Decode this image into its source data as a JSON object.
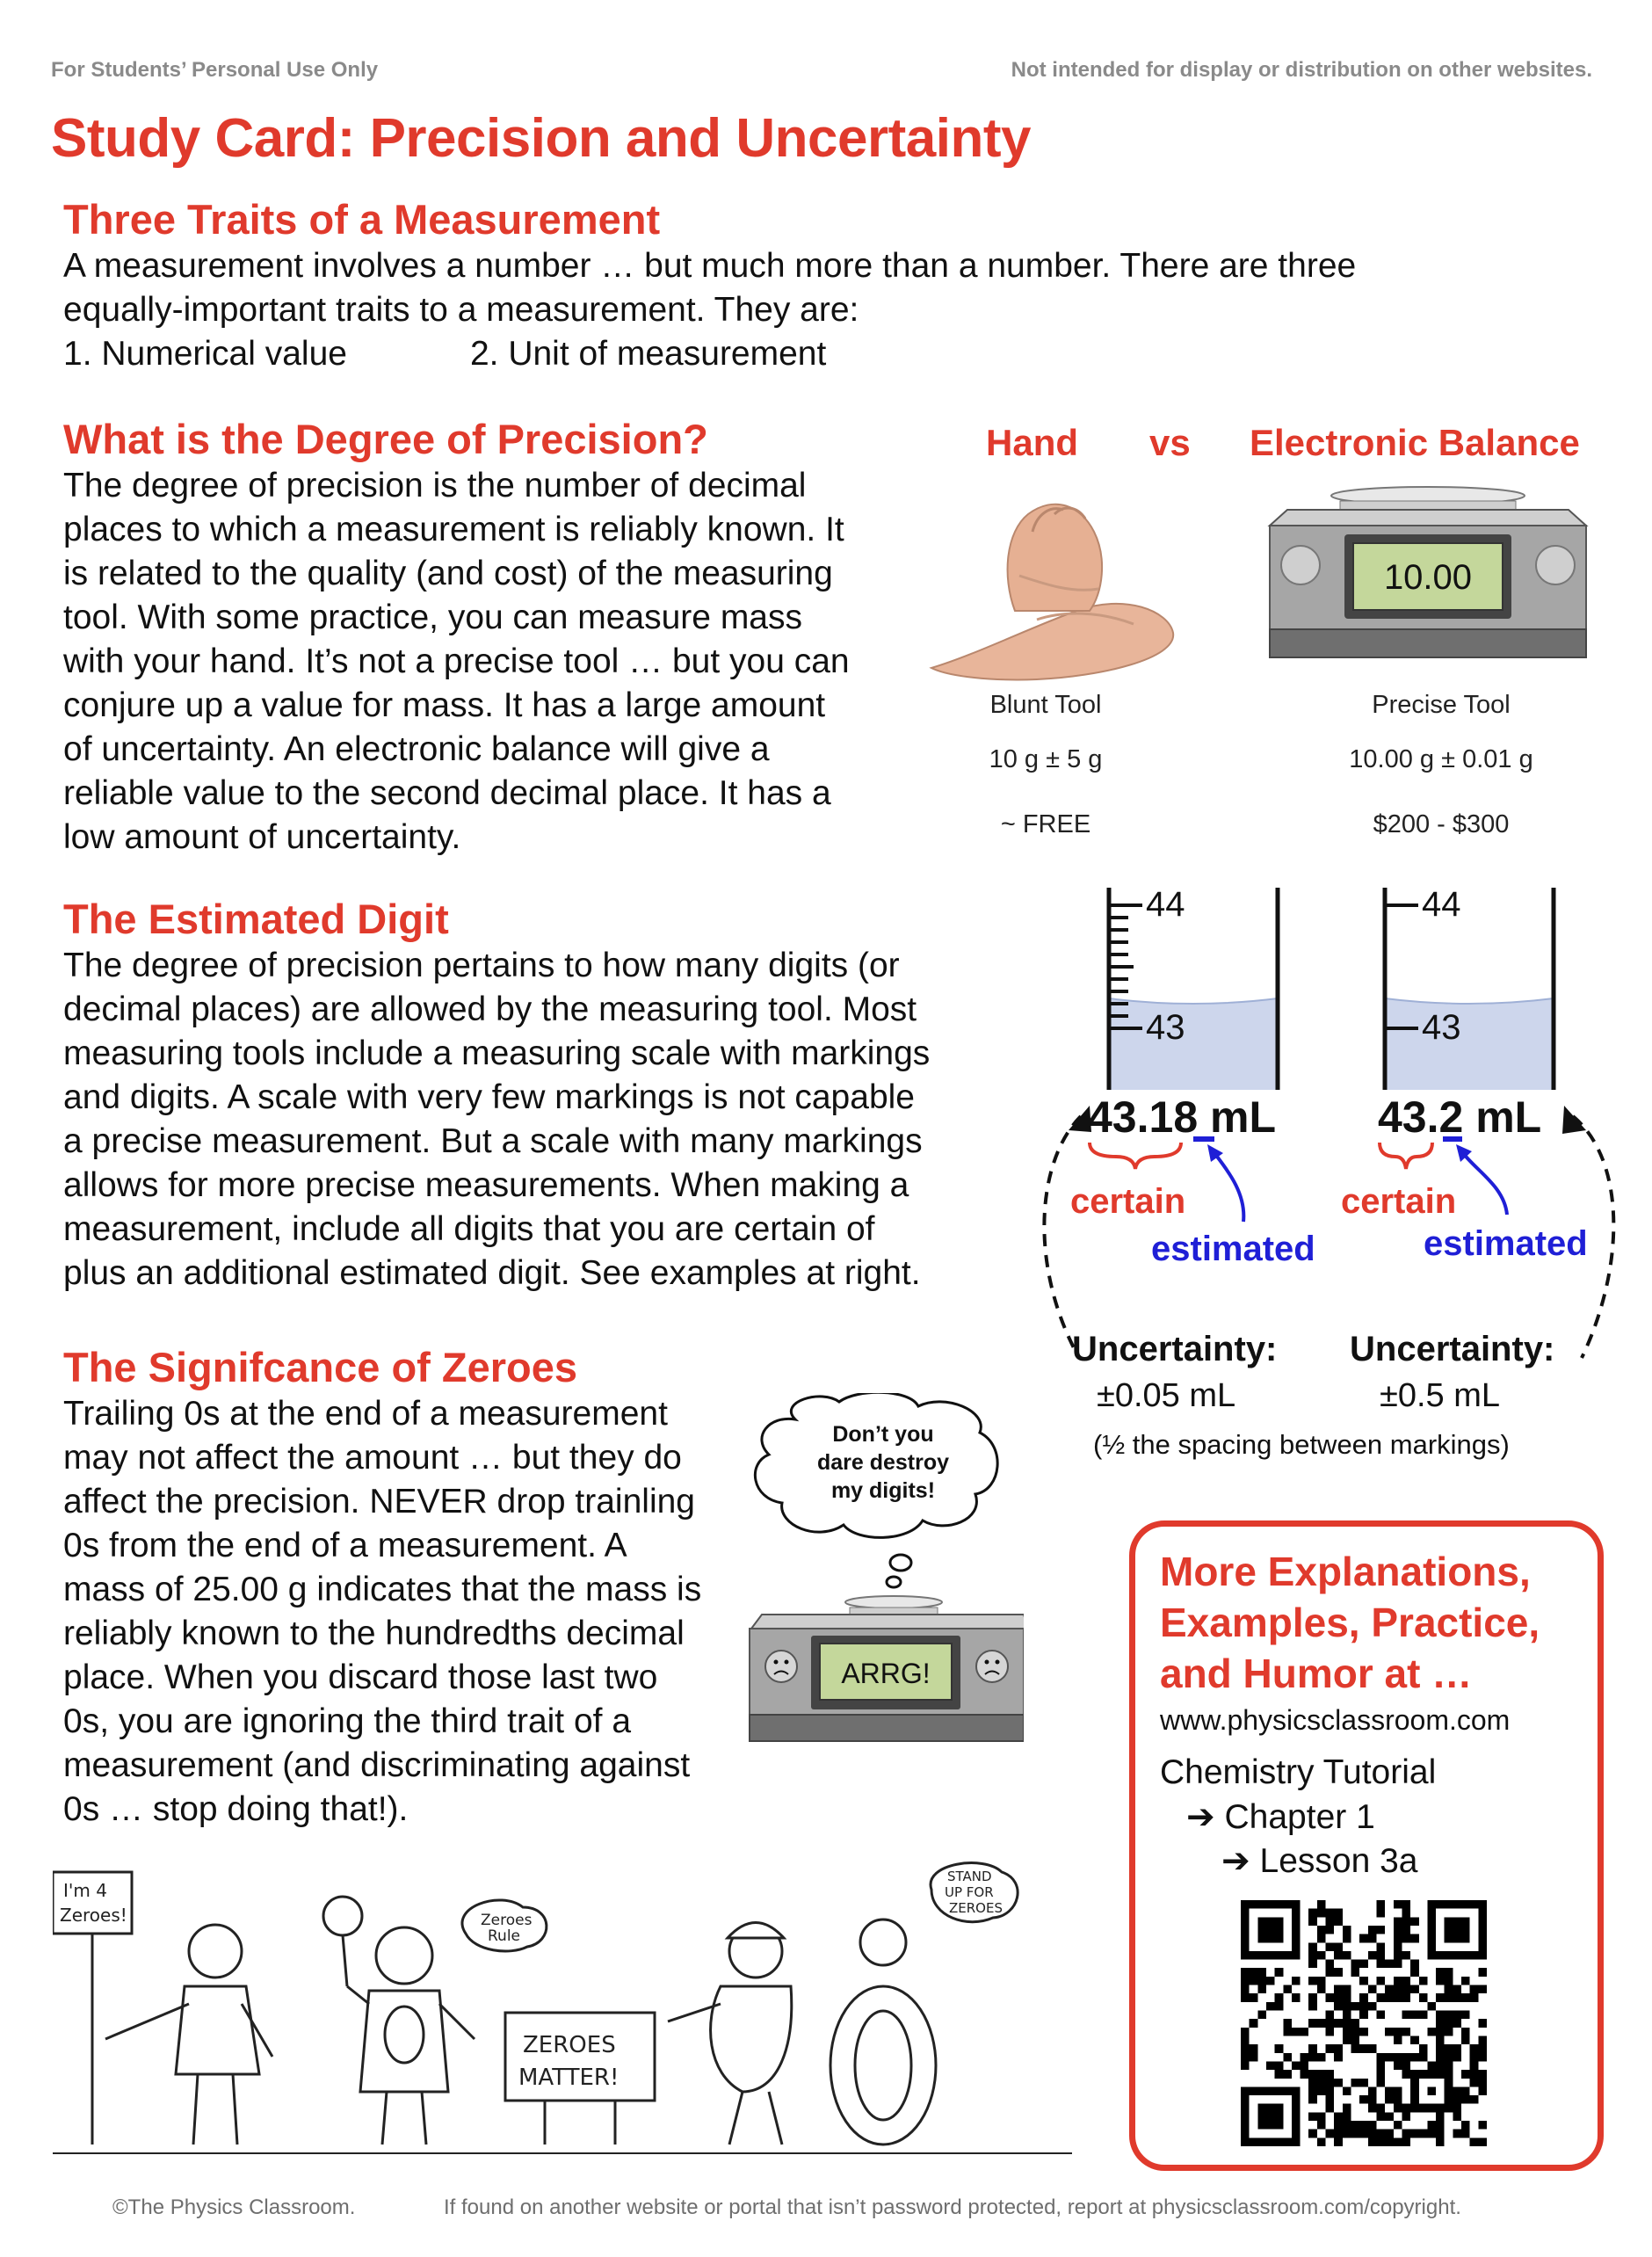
{
  "header": {
    "left": "For Students’ Personal Use Only",
    "right": "Not intended for display or distribution on other websites."
  },
  "title": "Study Card: Precision and Uncertainty",
  "section1": {
    "heading": "Three Traits of a Measurement",
    "line1": "A measurement involves a number … but much more than a number. There are three",
    "line2": "equally-important traits to a measurement. They are:",
    "trait1": "1. Numerical value",
    "trait2": "2. Unit of measurement"
  },
  "section2": {
    "heading": "What is the Degree of Precision?",
    "lines": [
      "The degree of precision is the number of decimal",
      "places to which a measurement is reliably known. It",
      "is related to the quality (and cost) of the measuring",
      "tool. With some practice, you can measure mass",
      "with your hand. It’s not a precise tool … but you can",
      "conjure up a value for mass. It has a large amount",
      "of uncertainty. An electronic balance will give a",
      "reliable value to the second decimal place. It has a",
      "low amount of uncertainty."
    ]
  },
  "compare": {
    "left_title": "Hand",
    "vs": "vs",
    "right_title": "Electronic Balance",
    "balance_reading": "10.00",
    "left_tool": "Blunt Tool",
    "left_value": "10 g ± 5 g",
    "left_cost": "~ FREE",
    "right_tool": "Precise Tool",
    "right_value": "10.00 g ± 0.01 g",
    "right_cost": "$200 - $300"
  },
  "section3": {
    "heading": "The Estimated Digit",
    "lines": [
      "The degree of precision pertains to how many digits (or",
      "decimal places) are allowed by the measuring tool. Most",
      "measuring tools include a measuring scale with markings",
      "and digits. A scale with very few markings is not capable",
      "a precise measurement. But a scale with many markings",
      "allows for more precise measurements. When making a",
      "measurement, include all digits that you are certain of",
      "plus an additional estimated digit. See examples at right."
    ]
  },
  "cylinders": {
    "left_top_label": "44",
    "left_bottom_label": "43",
    "right_top_label": "44",
    "right_bottom_label": "43",
    "left_reading": "43.18 mL",
    "right_reading": "43.2 mL",
    "certain_label": "certain",
    "estimated_label": "estimated",
    "uncertainty_label": "Uncertainty:",
    "left_uncertainty": "±0.05 mL",
    "right_uncertainty": "±0.5 mL",
    "spacing_note": "(½ the spacing between markings)"
  },
  "section4": {
    "heading": "The Signifcance of Zeroes",
    "lines": [
      "Trailing 0s at the end of a measurement",
      "may not affect the amount … but they do",
      "affect the precision. NEVER drop trainling",
      "0s from the end of a measurement. A",
      "mass of 25.00 g indicates that the mass is",
      "reliably known to the hundredths decimal",
      "place. When you discard those last two",
      "0s, you are ignoring the third trait of a",
      "measurement (and discriminating against",
      "0s … stop doing that!)."
    ]
  },
  "cartoon": {
    "bubble_lines": [
      "Don’t you",
      "dare destroy",
      "my digits!"
    ],
    "balance_text": "ARRG!",
    "sign1_lines": [
      "I'm 4",
      "Zeroes!"
    ],
    "bubble2_lines": [
      "Zeroes",
      "Rule"
    ],
    "sign2_lines": [
      "ZEROES",
      "MATTER!"
    ],
    "bubble3_lines": [
      "STAND",
      "UP FOR",
      "ZEROES"
    ]
  },
  "promo": {
    "title_lines": [
      "More Explanations,",
      "Examples, Practice,",
      "and Humor at …"
    ],
    "url": "www.physicsclassroom.com",
    "tutorial": "Chemistry Tutorial",
    "chapter": "➔ Chapter 1",
    "lesson": "➔ Lesson 3a"
  },
  "footer": {
    "left": "©The Physics Classroom.",
    "right": "If found on another website or portal that isn’t password protected, report at physicsclassroom.com/copyright."
  },
  "colors": {
    "accent_red": "#e03a2c",
    "estimate_blue": "#1f1fd6",
    "liquid": "#cdd6ec",
    "lcd": "#c4d79b"
  }
}
